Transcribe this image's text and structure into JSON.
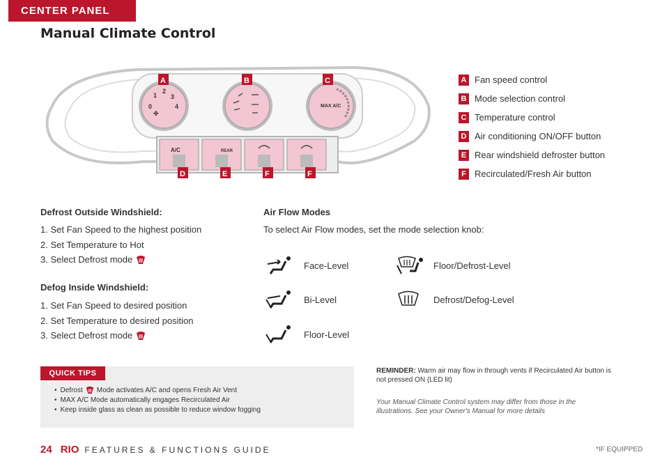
{
  "header": {
    "section": "CENTER PANEL",
    "title": "Manual Climate Control"
  },
  "illustration": {
    "top_labels": [
      "A",
      "B",
      "C"
    ],
    "bottom_labels": [
      "D",
      "E",
      "F",
      "F"
    ],
    "fan_ticks": [
      "0",
      "1",
      "2",
      "3",
      "4"
    ],
    "ac_button": "A/C",
    "rear_button": "REAR",
    "max_ac": "MAX A/C"
  },
  "legend": [
    {
      "key": "A",
      "text": "Fan speed control"
    },
    {
      "key": "B",
      "text": "Mode selection control"
    },
    {
      "key": "C",
      "text": "Temperature control"
    },
    {
      "key": "D",
      "text": "Air conditioning ON/OFF button"
    },
    {
      "key": "E",
      "text": "Rear windshield defroster button"
    },
    {
      "key": "F",
      "text": "Recirculated/Fresh Air button"
    }
  ],
  "defrost_outside": {
    "title": "Defrost Outside Windshield:",
    "steps": [
      "1. Set Fan Speed to the highest position",
      "2. Set Temperature to Hot",
      "3. Select Defrost mode"
    ]
  },
  "defog_inside": {
    "title": "Defog Inside Windshield:",
    "steps": [
      "1. Set Fan Speed to desired position",
      "2. Set Temperature to desired position",
      "3. Select Defrost mode"
    ]
  },
  "air_flow": {
    "title": "Air Flow Modes",
    "description": "To select Air Flow modes, set the mode selection knob:",
    "modes": {
      "face": "Face-Level",
      "bi": "Bi-Level",
      "floor": "Floor-Level",
      "floor_defrost": "Floor/Defrost-Level",
      "defrost_defog": "Defrost/Defog-Level"
    }
  },
  "quick_tips": {
    "label": "QUICK TIPS",
    "tip1_before": "Defrost",
    "tip1_after": "Mode activates A/C and opens Fresh Air Vent",
    "tip2": "MAX A/C Mode automatically engages Recirculated Air",
    "tip3": "Keep inside glass as clean as possible to reduce window fogging"
  },
  "reminder": {
    "label": "REMINDER:",
    "text": "Warm air may flow in through vents if Recirculated Air button is not pressed ON (LED lit)"
  },
  "disclaimer": "Your Manual Climate Control system may differ from those in the illustrations. See your Owner's Manual for more details",
  "footer": {
    "page": "24",
    "model": "RIO",
    "guide": "FEATURES & FUNCTIONS GUIDE",
    "note": "*IF EQUIPPED"
  },
  "colors": {
    "accent": "#bb162b",
    "knob": "#f2c6d2",
    "tips_bg": "#eeeeee"
  }
}
